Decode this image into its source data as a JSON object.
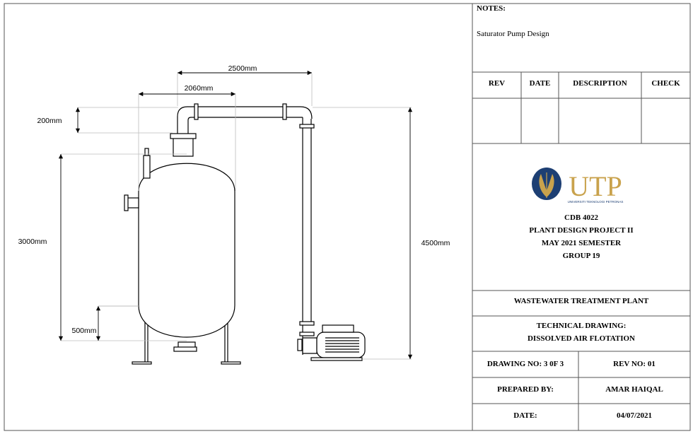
{
  "dimensions": {
    "d2500": "2500mm",
    "d2060": "2060mm",
    "d200": "200mm",
    "d3000": "3000mm",
    "d500": "500mm",
    "d4500": "4500mm"
  },
  "title_block": {
    "notes_label": "NOTES:",
    "notes_text": "Saturator Pump Design",
    "rev_table_headers": [
      "REV",
      "DATE",
      "DESCRIPTION",
      "CHECK"
    ],
    "logo_text": "UTP",
    "logo_subtext": "UNIVERSITI TEKNOLOGI PETRONAS",
    "course_code": "CDB 4022",
    "course_name": "PLANT DESIGN PROJECT II",
    "semester": "MAY 2021 SEMESTER",
    "group": "GROUP 19",
    "project": "WASTEWATER TREATMENT PLANT",
    "drawing_title_1": "TECHNICAL DRAWING:",
    "drawing_title_2": "DISSOLVED AIR FLOTATION",
    "drawing_no": "DRAWING NO: 3 0F 3",
    "rev_no": "REV NO: 01",
    "prepared_label": "PREPARED BY:",
    "prepared_value": "AMAR HAIQAL",
    "date_label": "DATE:",
    "date_value": "04/07/2021"
  },
  "colors": {
    "line": "#000000",
    "ext_line": "#bdbdbd",
    "logo_blue": "#1d3f73",
    "logo_gold": "#c9a24c"
  }
}
